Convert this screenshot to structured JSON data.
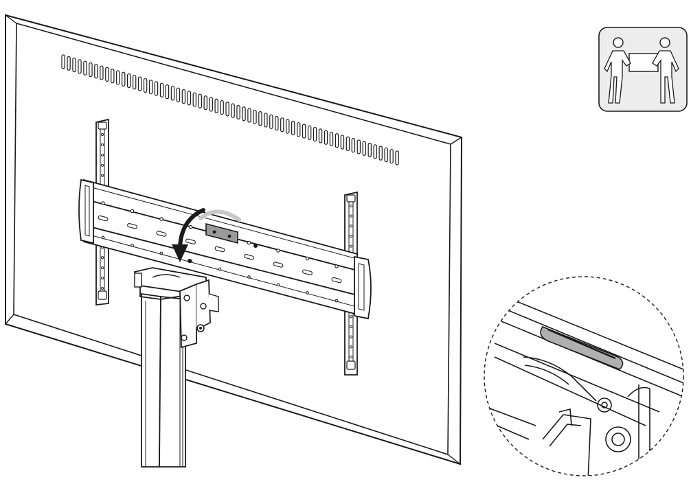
{
  "figure": {
    "kind": "installation-illustration",
    "subject": [
      "tv-back-panel",
      "wall-mount-bracket",
      "stand-column",
      "rotate-arrow",
      "detail-magnifier",
      "two-person-lift-icon"
    ]
  },
  "colors": {
    "line": "#1a1a1a",
    "fill": "#ffffff",
    "latch_fill": "#9a9a9a",
    "latch_detail": "#b0b0b0",
    "arrow_ghost": "#c8c8c8",
    "icon_bg": "#ededed"
  },
  "icons": {
    "two_person_lift": "two-person-lift-icon",
    "rotate_arrow": "curved-arrow-icon"
  }
}
